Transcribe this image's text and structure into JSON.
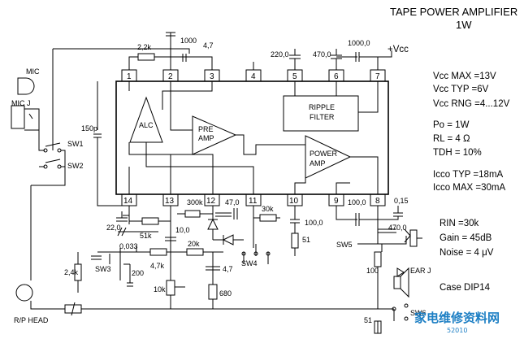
{
  "title": "TAPE POWER AMPLIFIER",
  "subtitle": "1W",
  "supply_label": "+Vcc",
  "pins": [
    "1",
    "2",
    "3",
    "4",
    "5",
    "6",
    "7",
    "14",
    "13",
    "12",
    "11",
    "10",
    "9",
    "8"
  ],
  "blocks": {
    "alc": "ALC",
    "preamp": [
      "PRE",
      "AMP"
    ],
    "poweramp": [
      "POWER",
      "AMP"
    ],
    "ripple": [
      "RIPPLE",
      "FILTER"
    ]
  },
  "components": {
    "r_22k": "2,2k",
    "c_1000": "1000",
    "c_4_7_top": "4,7",
    "c_220": "220,0",
    "c_470_top": "470,0",
    "c_1000_0": "1000,0",
    "c_150p": "150p",
    "r_300k": "300k",
    "c_47": "47,0",
    "r_30k": "30k",
    "c_100_0_pin10": "100,0",
    "r_51_pin10": "51",
    "c_100_0_pin9": "100,0",
    "c_0_15": "0,15",
    "c_470_out": "470,0",
    "c_22_0": "22,0",
    "r_51k": "51k",
    "c_10_0": "10,0",
    "c_0_033": "0,033",
    "r_2_4k": "2,4k",
    "r_200": "200",
    "r_4_7k": "4,7k",
    "r_20k": "20k",
    "c_4_7_low": "4,7",
    "r_10k": "10k",
    "r_680": "680",
    "r_100": "100",
    "r_51_low": "51"
  },
  "labels": {
    "mic": "MIC",
    "mic_j": "MIC J",
    "sw1": "SW1",
    "sw2": "SW2",
    "sw3": "SW3",
    "sw4": "SW4",
    "sw5": "SW5",
    "sw6": "SW6",
    "ear_j": "EAR J",
    "rp_head": "R/P HEAD"
  },
  "specs": [
    "Vcc MAX =13V",
    "Vcc TYP =6V",
    "Vcc RNG =4...12V",
    "Po = 1W",
    "RL = 4 Ω",
    "TDH = 10%",
    "Icco TYP =18mA",
    "Icco MAX =30mA",
    "RIN =30k",
    "Gain = 45dB",
    "Noise = 4 μV",
    "Case DIP14"
  ],
  "watermark": {
    "text": "家电维修资料网",
    "url": "52010"
  }
}
